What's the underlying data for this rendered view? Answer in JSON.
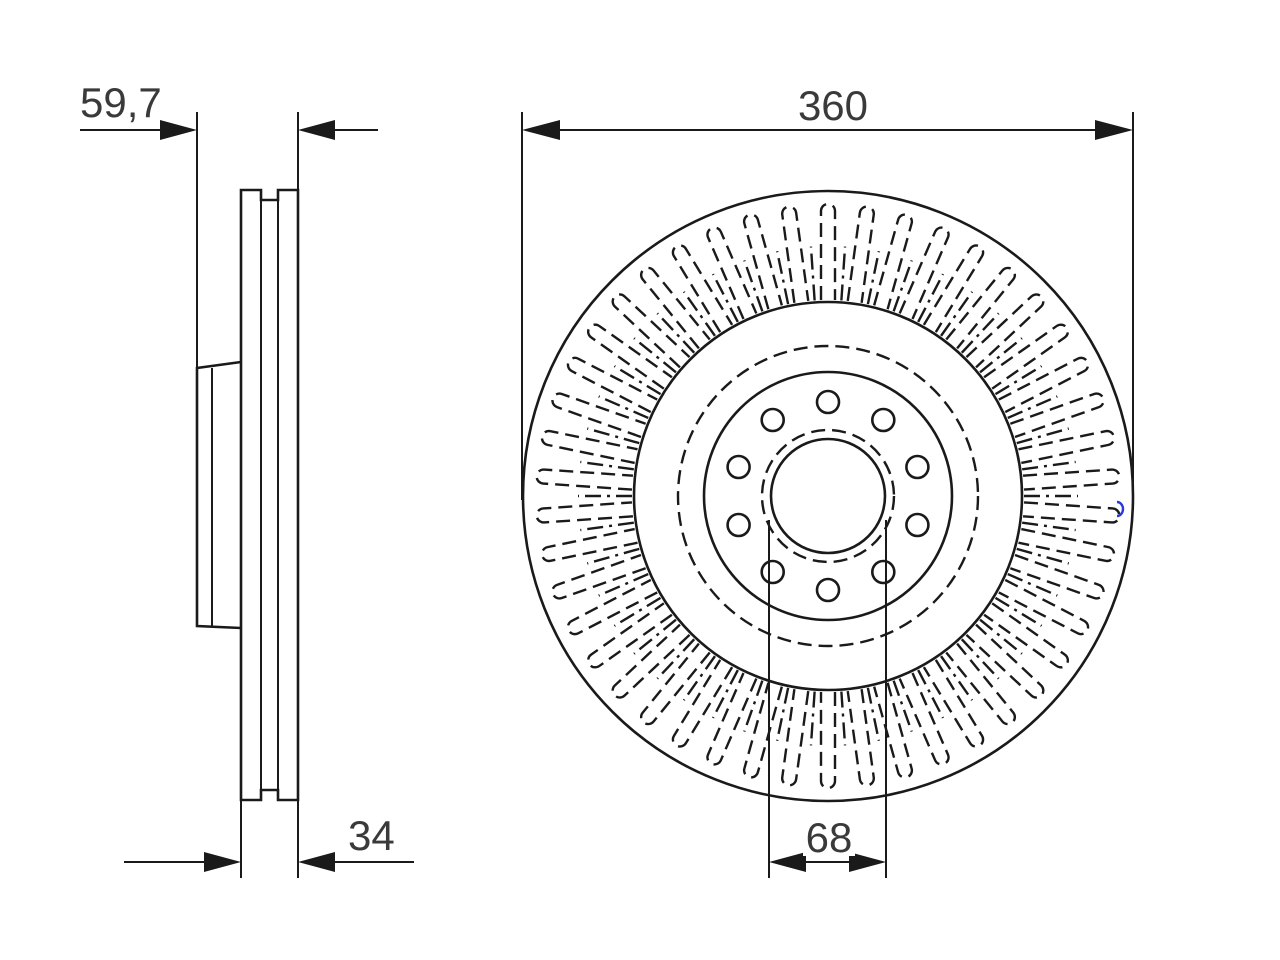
{
  "dimensions": {
    "hat_height": "59,7",
    "overall_diameter": "360",
    "thickness": "34",
    "center_bore": "68"
  },
  "drawing": {
    "bolt_holes": 10,
    "vent_slots": 46,
    "marker_color": "#2a3ad8"
  }
}
